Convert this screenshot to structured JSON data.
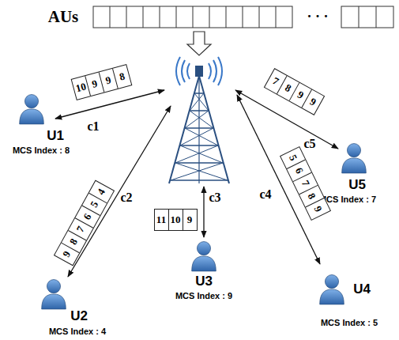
{
  "diagram": {
    "labels": [
      "AUs",
      "· · ·",
      "U1",
      "MCS Index : 8",
      "c1",
      "10",
      "9",
      "9",
      "8",
      "c2",
      "9",
      "8",
      "7",
      "6",
      "5",
      "4",
      "U2",
      "MCS Index : 4",
      "c3",
      "11",
      "10",
      "9",
      "U3",
      "MCS Index : 9",
      "c4",
      "5",
      "6",
      "7",
      "8",
      "9",
      "U4",
      "MCS Index : 5",
      "c5",
      "7",
      "8",
      "9",
      "9",
      "U5",
      "MCS Index : 7"
    ]
  }
}
